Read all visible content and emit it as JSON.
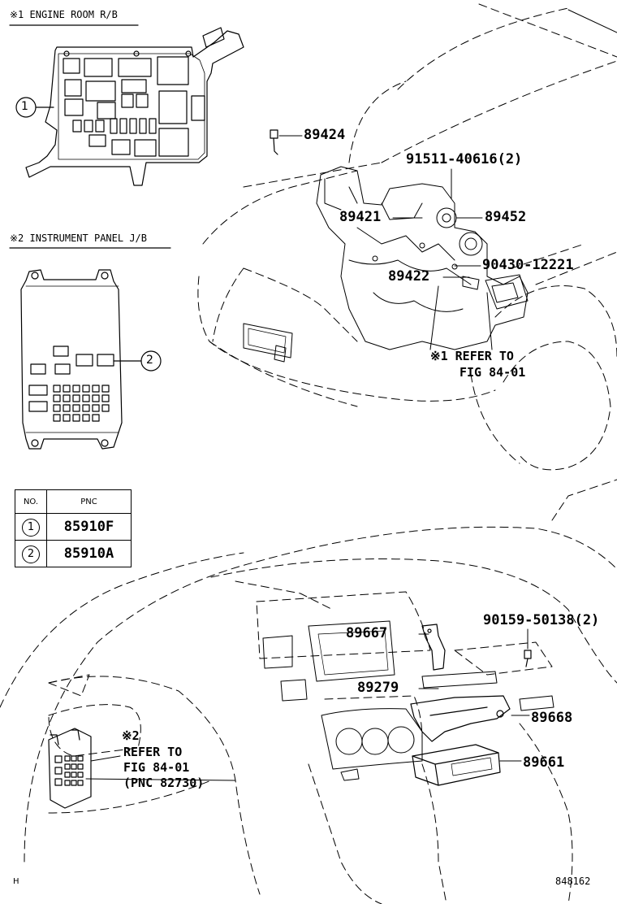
{
  "sections": {
    "engine_room_rb": "※1 ENGINE ROOM R/B",
    "instrument_panel_jb": "※2 INSTRUMENT PANEL J/B"
  },
  "callouts": {
    "c1": "1",
    "c2": "2"
  },
  "table": {
    "headers": [
      "NO.",
      "PNC"
    ],
    "rows": [
      {
        "no": "1",
        "pnc": "85910F"
      },
      {
        "no": "2",
        "pnc": "85910A"
      }
    ]
  },
  "engine_parts": {
    "p89424": "89424",
    "p91511": "91511-40616(2)",
    "p89421": "89421",
    "p89452": "89452",
    "p90430": "90430-12221",
    "p89422": "89422"
  },
  "refer1": {
    "line1": "※1 REFER TO",
    "line2": "FIG 84-01"
  },
  "dash_parts": {
    "p90159": "90159-50138(2)",
    "p89667": "89667",
    "p89279": "89279",
    "p89668": "89668",
    "p89661": "89661"
  },
  "refer2": {
    "mark": "※2",
    "line1": "REFER TO",
    "line2": "FIG 84-01",
    "line3": "(PNC 82730)"
  },
  "footer": {
    "left": "H",
    "right": "848162"
  }
}
